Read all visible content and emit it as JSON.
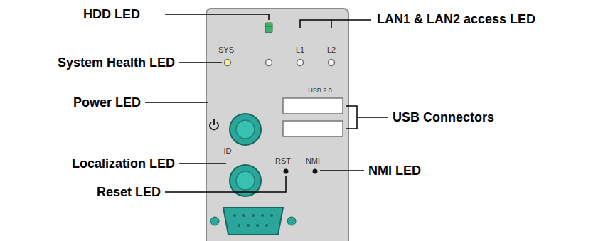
{
  "diagram": {
    "labels": [
      "HDD LED",
      "LAN1 & LAN2 access LED",
      "System Health LED",
      "Power LED",
      "USB Connectors",
      "Localization LED",
      "Reset LED",
      "NMI LED",
      "SYS",
      "L1",
      "L2",
      "USB 2.0",
      "ID",
      "RST",
      "NMI"
    ]
  }
}
